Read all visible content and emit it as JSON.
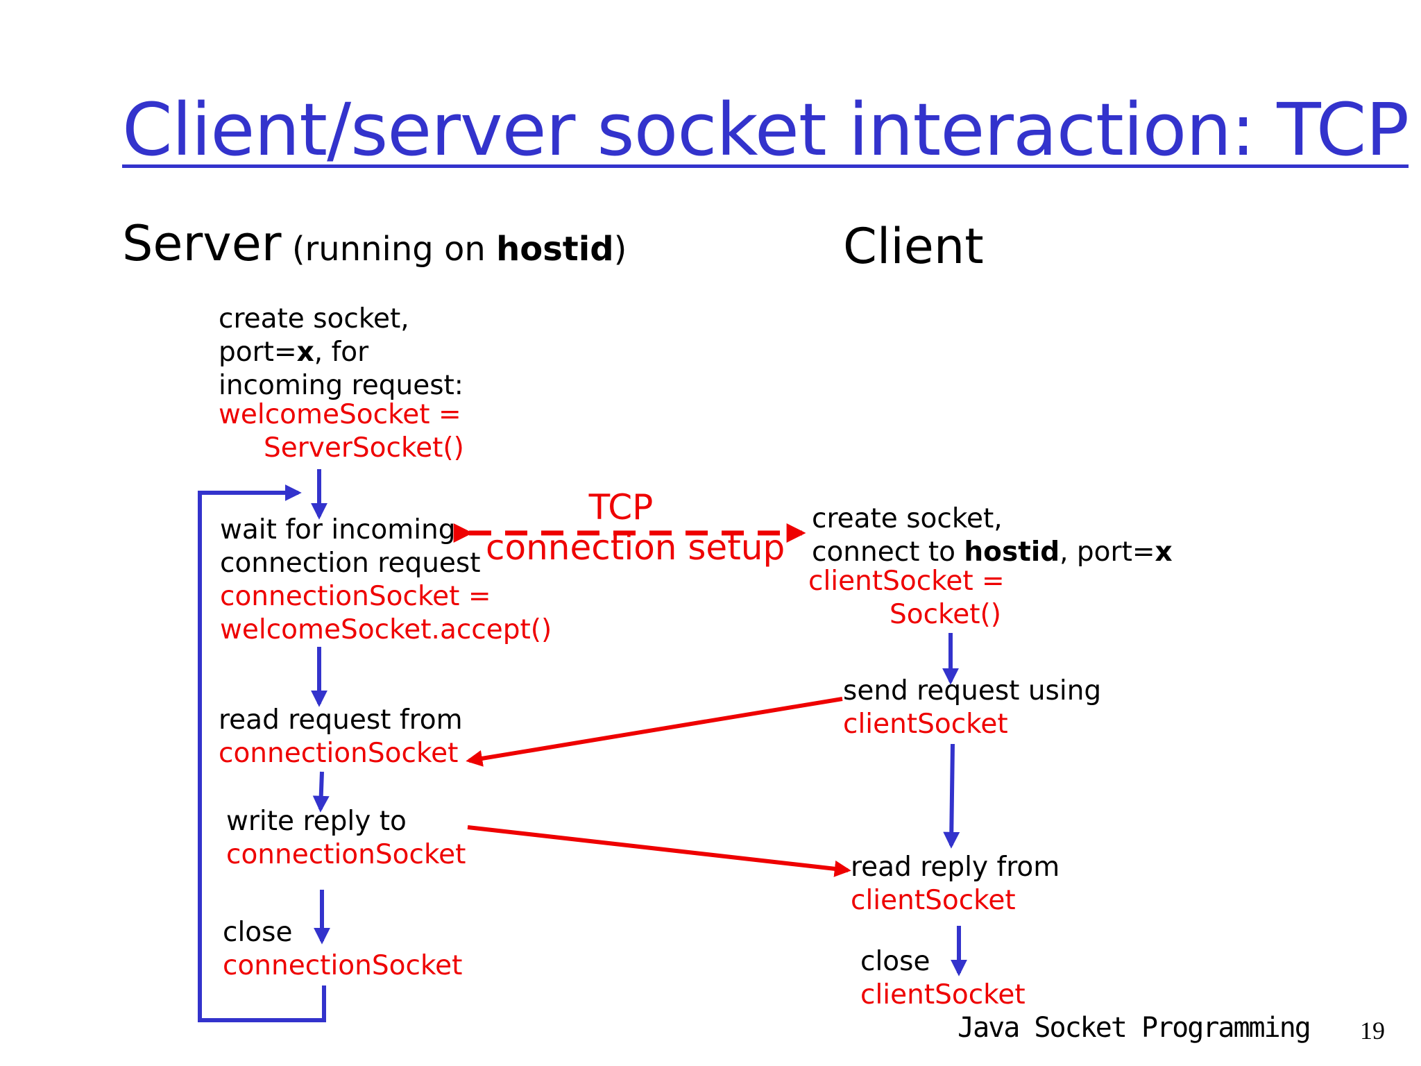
{
  "title": "Client/server socket interaction: TCP",
  "server_header": {
    "main": "Server",
    "paren_open": " (running on ",
    "host": "hostid",
    "paren_close": ")"
  },
  "client_header": "Client",
  "server": {
    "create": {
      "l1": "create socket,",
      "l2a": "port=",
      "l2b": "x",
      "l2c": ", for",
      "l3": "incoming request:",
      "c1": "welcomeSocket =",
      "c2": "ServerSocket()"
    },
    "wait": {
      "l1": "wait for incoming",
      "l2": "connection request",
      "c1": "connectionSocket =",
      "c2": "welcomeSocket.accept()"
    },
    "read": {
      "l1": "read request from",
      "c1": "connectionSocket"
    },
    "write": {
      "l1": "write reply to",
      "c1": "connectionSocket"
    },
    "close": {
      "l1": "close",
      "c1": "connectionSocket"
    }
  },
  "tcp_setup": {
    "line1": "TCP",
    "line2": "connection setup"
  },
  "client": {
    "create": {
      "l1": "create socket,",
      "l2a": "connect to ",
      "l2b": "hostid",
      "l2c": ", port=",
      "l2d": "x",
      "c1": "clientSocket =",
      "c2": "Socket()"
    },
    "send": {
      "l1": "send request using",
      "c1": "clientSocket"
    },
    "read": {
      "l1": "read reply from",
      "c1": "clientSocket"
    },
    "close": {
      "l1": "close",
      "c1": "clientSocket"
    }
  },
  "footer": "Java Socket Programming",
  "page_number": "19",
  "colors": {
    "title": "#3333cc",
    "code": "#ee0000",
    "flow_arrow": "#3333cc",
    "message_arrow": "#ee0000"
  }
}
